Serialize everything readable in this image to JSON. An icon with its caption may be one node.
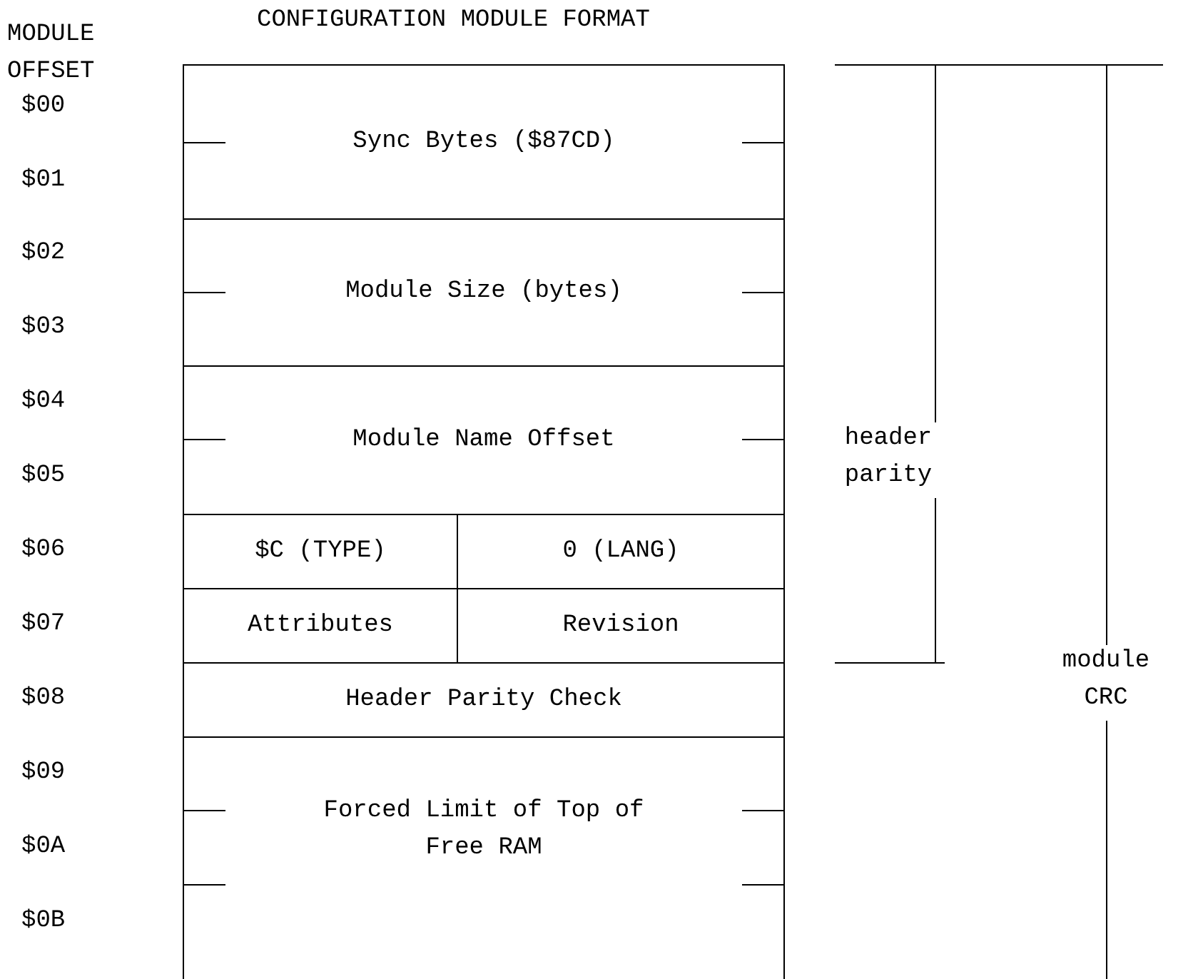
{
  "diagram": {
    "title": "CONFIGURATION MODULE FORMAT",
    "nodes": [
      {
        "text": [
          "Sync Bytes ($87CD)"
        ]
      },
      {
        "text": [
          "Module Size (bytes)"
        ]
      },
      {
        "text": [
          "Module Name Offset"
        ]
      },
      {
        "text": [
          "$C (TYPE)"
        ]
      },
      {
        "text": [
          "0 (LANG)"
        ]
      },
      {
        "text": [
          "Attributes"
        ]
      },
      {
        "text": [
          "Revision"
        ]
      },
      {
        "text": [
          "Header Parity Check"
        ]
      },
      {
        "text": [
          "Forced Limit of Top of Free RAM"
        ]
      }
    ],
    "edges": [],
    "labels": [
      "MODULE OFFSET",
      "$00",
      "$01",
      "$02",
      "$03",
      "$04",
      "$05",
      "$06",
      "$07",
      "$08",
      "$09",
      "$0A",
      "$0B",
      "header parity",
      "module CRC"
    ]
  }
}
